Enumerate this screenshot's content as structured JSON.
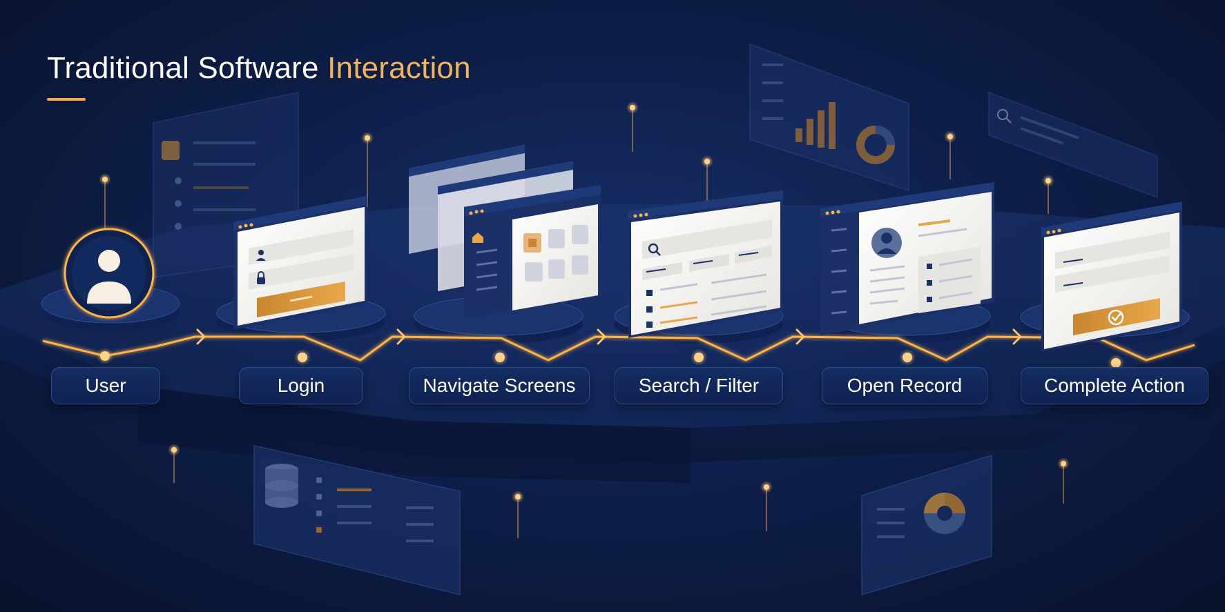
{
  "title": {
    "main": "Traditional Software",
    "accent": "Interaction"
  },
  "steps": [
    {
      "label": "User"
    },
    {
      "label": "Login"
    },
    {
      "label": "Navigate Screens"
    },
    {
      "label": "Search / Filter"
    },
    {
      "label": "Open Record"
    },
    {
      "label": "Complete Action"
    }
  ],
  "colors": {
    "background": "#0e1f4a",
    "accent": "#f2a94a",
    "panel": "#f3f2ee",
    "label_bg": "#132a5e",
    "text": "#ffffff"
  },
  "icons": [
    "user-icon",
    "home-icon",
    "search-icon",
    "profile-icon",
    "checkmark-icon",
    "database-icon",
    "pie-chart-icon",
    "bar-chart-icon",
    "arrow-right-icon"
  ]
}
